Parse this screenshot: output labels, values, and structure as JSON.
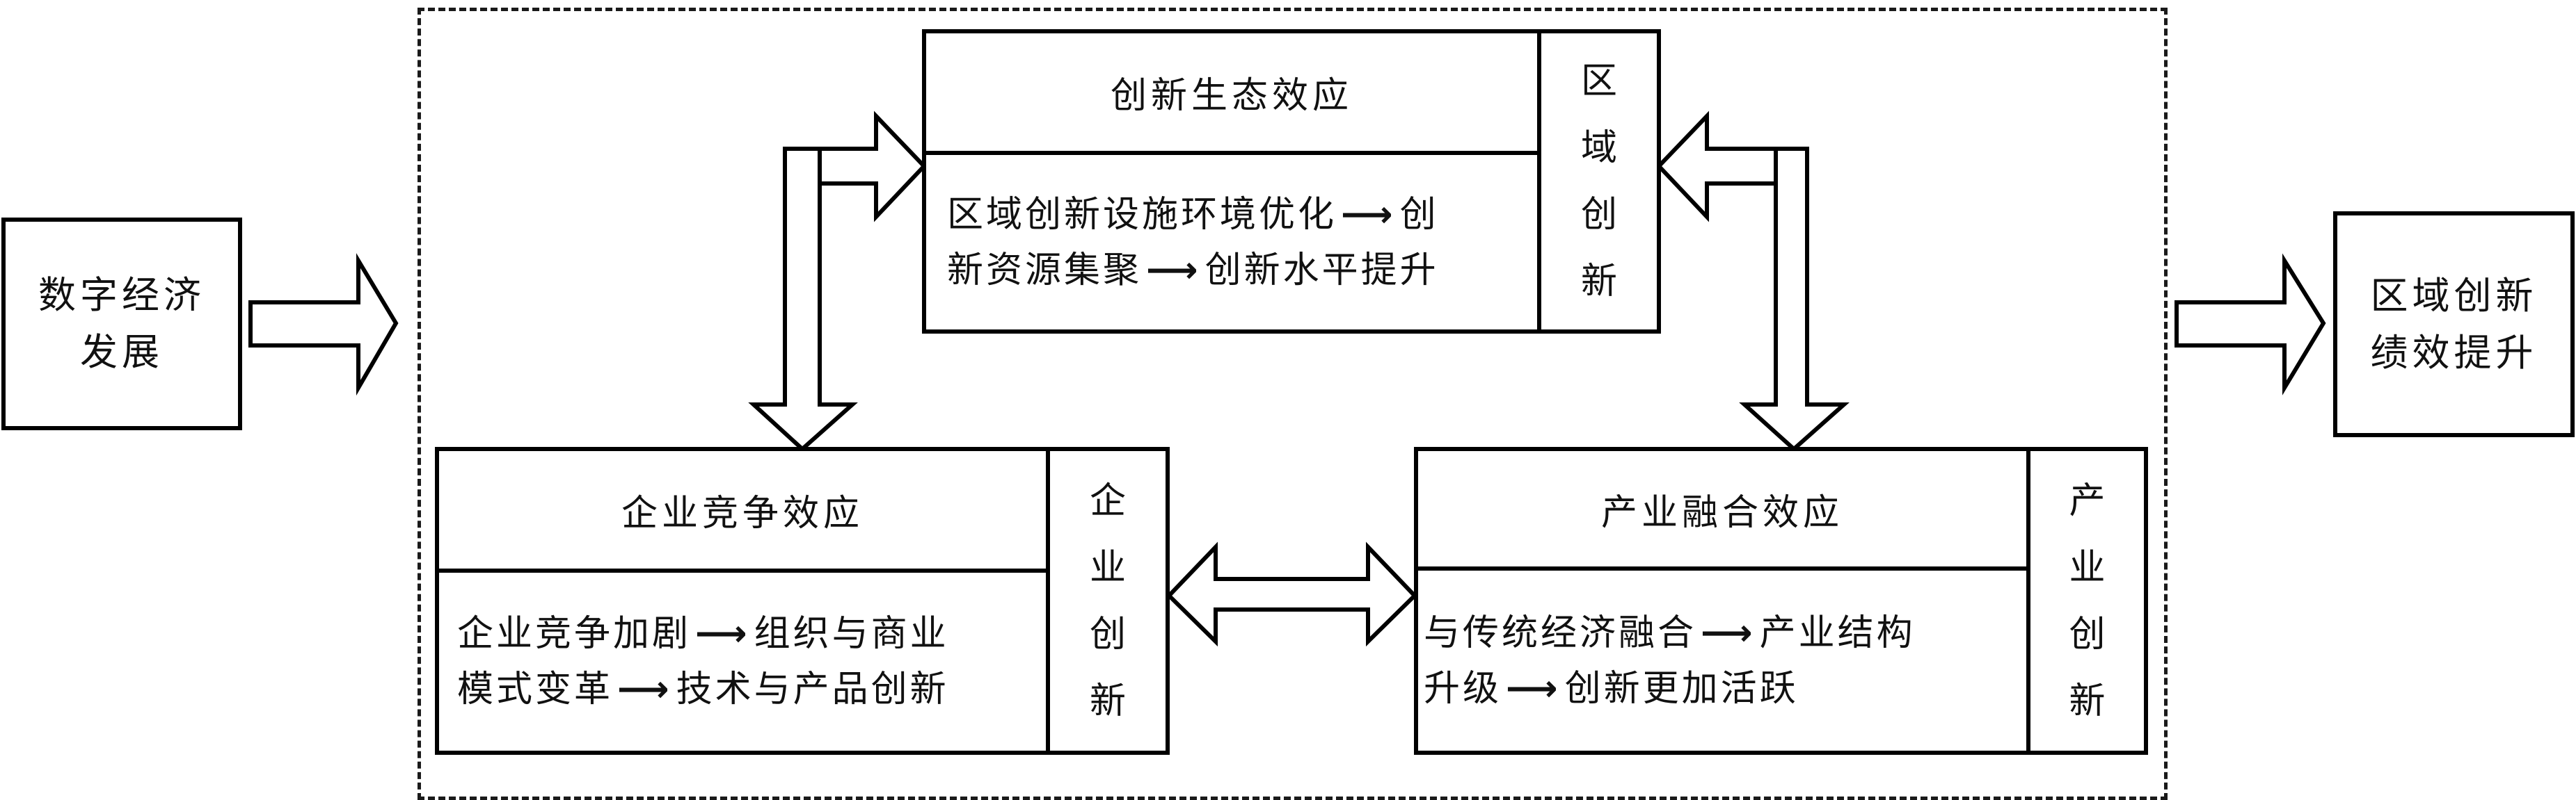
{
  "input": {
    "label_lines": [
      "数字经济",
      "发展"
    ]
  },
  "output": {
    "label_lines": [
      "区域创新",
      "绩效提升"
    ]
  },
  "arrow_glyph": "⟶",
  "effects": {
    "innovation_ecology": {
      "title": "创新生态效应",
      "side_label": [
        "区",
        "域",
        "创",
        "新"
      ],
      "chain_lines": [
        [
          "区域创新设施环境优化",
          "创"
        ],
        [
          "新资源集聚",
          "创新水平提升"
        ]
      ]
    },
    "enterprise_competition": {
      "title": "企业竞争效应",
      "side_label": [
        "企",
        "业",
        "创",
        "新"
      ],
      "chain_lines": [
        [
          "企业竞争加剧",
          "组织与商业"
        ],
        [
          "模式变革",
          "技术与产品创新"
        ]
      ]
    },
    "industry_integration": {
      "title": "产业融合效应",
      "side_label": [
        "产",
        "业",
        "创",
        "新"
      ],
      "chain_lines": [
        [
          "与传统经济融合",
          "产业结构"
        ],
        [
          "升级",
          "创新更加活跃"
        ]
      ]
    }
  }
}
